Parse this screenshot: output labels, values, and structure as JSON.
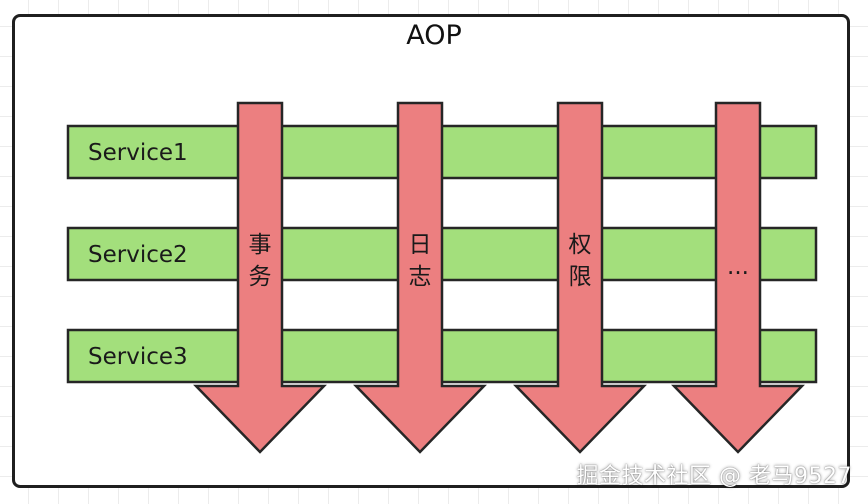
{
  "title": "AOP",
  "services": [
    "Service1",
    "Service2",
    "Service3"
  ],
  "aspects": [
    {
      "chars": [
        "事",
        "务"
      ]
    },
    {
      "chars": [
        "日",
        "志"
      ]
    },
    {
      "chars": [
        "权",
        "限"
      ]
    },
    {
      "chars": [
        "..."
      ]
    }
  ],
  "colors": {
    "service_fill": "#a3df7c",
    "arrow_fill": "#ec7f80",
    "border": "#262626"
  },
  "watermark": "掘金技术社区 @ 老马9527"
}
